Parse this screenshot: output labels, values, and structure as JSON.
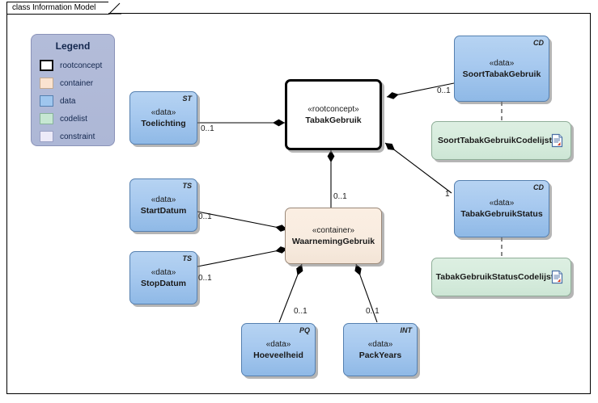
{
  "diagram": {
    "tab_label": "class Information Model"
  },
  "legend": {
    "title": "Legend",
    "items": [
      {
        "key": "rootconcept",
        "label": "rootconcept",
        "color": "#ffffff"
      },
      {
        "key": "container",
        "label": "container",
        "color": "#fae3d0"
      },
      {
        "key": "data",
        "label": "data",
        "color": "#9fc6ee"
      },
      {
        "key": "codelist",
        "label": "codelist",
        "color": "#c6e7d2"
      },
      {
        "key": "constraint",
        "label": "constraint",
        "color": "#eceaf8"
      }
    ]
  },
  "nodes": [
    {
      "id": "tabakgebruik",
      "stereotype": "«rootconcept»",
      "name": "TabakGebruik",
      "tag": "",
      "kind": "rootconcept"
    },
    {
      "id": "toelichting",
      "stereotype": "«data»",
      "name": "Toelichting",
      "tag": "ST",
      "kind": "data"
    },
    {
      "id": "startdatum",
      "stereotype": "«data»",
      "name": "StartDatum",
      "tag": "TS",
      "kind": "data"
    },
    {
      "id": "stopdatum",
      "stereotype": "«data»",
      "name": "StopDatum",
      "tag": "TS",
      "kind": "data"
    },
    {
      "id": "waarneminggebruik",
      "stereotype": "«container»",
      "name": "WaarnemingGebruik",
      "tag": "",
      "kind": "container"
    },
    {
      "id": "hoeveelheid",
      "stereotype": "«data»",
      "name": "Hoeveelheid",
      "tag": "PQ",
      "kind": "data"
    },
    {
      "id": "packyears",
      "stereotype": "«data»",
      "name": "PackYears",
      "tag": "INT",
      "kind": "data"
    },
    {
      "id": "soorttabakgebruik",
      "stereotype": "«data»",
      "name": "SoortTabakGebruik",
      "tag": "CD",
      "kind": "data"
    },
    {
      "id": "tabakgebruikstatus",
      "stereotype": "«data»",
      "name": "TabakGebruikStatus",
      "tag": "CD",
      "kind": "data"
    },
    {
      "id": "soorttabakgebruikcodelijst",
      "stereotype": "",
      "name": "SoortTabakGebruikCodelijst",
      "tag": "",
      "kind": "codelist"
    },
    {
      "id": "tabakgebruikstatuscodelijst",
      "stereotype": "",
      "name": "TabakGebruikStatusCodelijst",
      "tag": "",
      "kind": "codelist"
    }
  ],
  "multiplicities": {
    "toelichting": "0..1",
    "startdatum": "0..1",
    "stopdatum": "0..1",
    "waarneminggebruik": "0..1",
    "hoeveelheid": "0..1",
    "packyears": "0..1",
    "soorttabakgebruik": "0..1",
    "tabakgebruikstatus": "1"
  },
  "icons": {
    "codelist_doc": "document-icon"
  }
}
